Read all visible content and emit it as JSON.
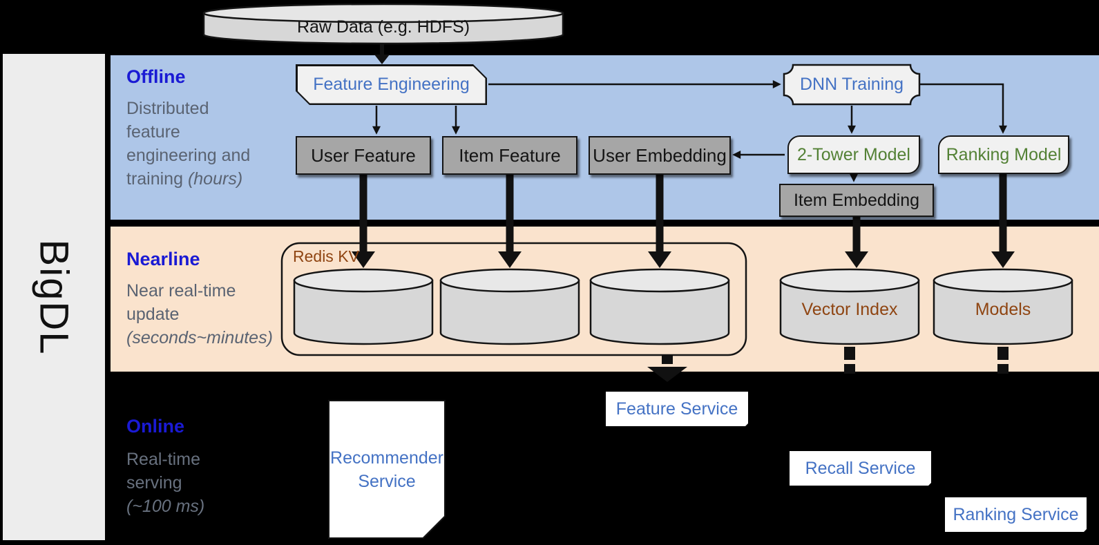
{
  "brand": {
    "name": "BigDL"
  },
  "raw_data": {
    "label": "Raw Data (e.g. HDFS)"
  },
  "bands": {
    "offline": {
      "title": "Offline",
      "line1": "Distributed",
      "line2": "feature",
      "line3": "engineering and",
      "line4": "training",
      "line4_italic": "(hours)"
    },
    "nearline": {
      "title": "Nearline",
      "line1": "Near real-time",
      "line2": "update",
      "italic_line": "(seconds~minutes)"
    },
    "online": {
      "title": "Online",
      "line1": "Real-time",
      "line2": "serving",
      "italic_line": "(~100 ms)"
    }
  },
  "nodes": {
    "feature_engineering": "Feature Engineering",
    "dnn_training": "DNN Training",
    "user_feature": "User Feature",
    "item_feature": "Item Feature",
    "user_embedding": "User Embedding",
    "two_tower_model": "2-Tower Model",
    "ranking_model": "Ranking Model",
    "item_embedding": "Item Embedding",
    "redis_kv": "Redis KV",
    "vector_index": "Vector Index",
    "models": "Models",
    "recommender_service": "Recommender Service",
    "feature_service": "Feature Service",
    "recall_service": "Recall Service",
    "ranking_service": "Ranking Service"
  },
  "colors": {
    "offline_band": "#aec6e8",
    "nearline_band": "#fae3cd",
    "online_band": "#000000",
    "band_title_blue": "#1a1ad4",
    "band_subtitle_gray": "#5a6372",
    "node_text_blue": "#4472c4",
    "node_text_green": "#538135",
    "node_text_brown": "#8f4512",
    "box_gray": "#a6a6a6",
    "box_light": "#f1f1f1"
  }
}
